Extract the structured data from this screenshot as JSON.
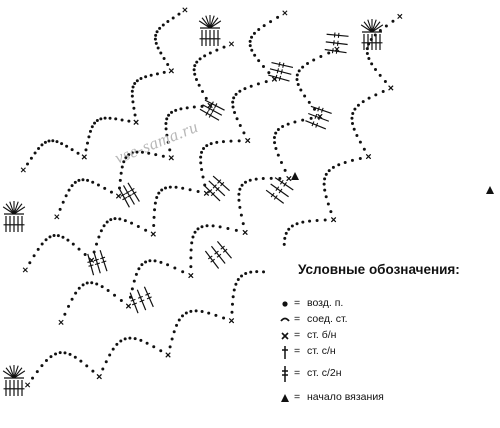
{
  "watermark": "vse-sama.ru",
  "legend": {
    "title": "Условные обозначения:",
    "items": [
      {
        "symbol": "chain-stitch-icon",
        "eq": "=",
        "label": "возд. п."
      },
      {
        "symbol": "slip-stitch-icon",
        "eq": "=",
        "label": "соед. ст."
      },
      {
        "symbol": "single-crochet-icon",
        "eq": "=",
        "label": "ст. б/н"
      },
      {
        "symbol": "double-crochet-icon",
        "eq": "=",
        "label": "ст. с/н"
      },
      {
        "symbol": "treble-crochet-icon",
        "eq": "=",
        "label": "ст. с/2н"
      },
      {
        "symbol": "start-arrow-icon",
        "eq": "=",
        "label": "начало вязания"
      }
    ]
  },
  "colors": {
    "ink": "#111111",
    "watermark": "#b8b8b8",
    "background": "#ffffff"
  }
}
